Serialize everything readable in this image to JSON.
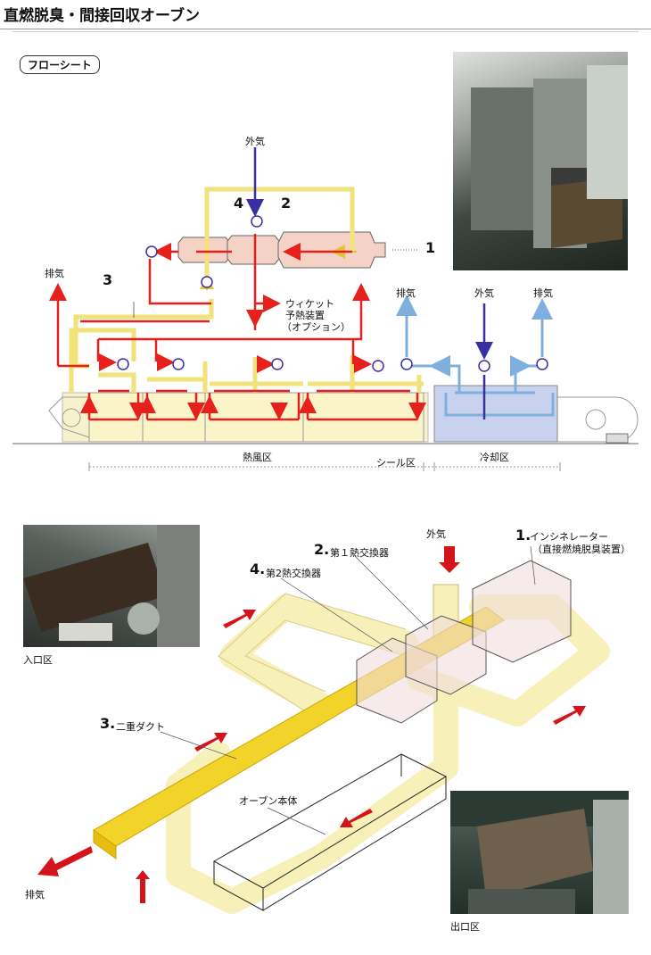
{
  "title": "直燃脱臭・間接回収オーブン",
  "flow_sheet": {
    "badge": "フローシート",
    "outside_air_top": "外気",
    "num1": "1",
    "num2": "2",
    "num3": "3",
    "num4": "4",
    "exhaust_left": "排気",
    "exhaust_cool_left": "排気",
    "outside_air_cool": "外気",
    "exhaust_cool_right": "排気",
    "wicket_1": "ウィケット",
    "wicket_2": "予熱装置",
    "wicket_3": "（オプション）",
    "zone_hot": "熱風区",
    "zone_seal": "シール区",
    "zone_cool": "冷却区"
  },
  "iso": {
    "outside_air": "外気",
    "c1_num": "1.",
    "c1_name": "インシネレーター",
    "c1_sub": "（直接燃焼脱臭装置）",
    "c2_num": "2.",
    "c2_name": "第１熱交換器",
    "c4_num": "4.",
    "c4_name": "第2熱交換器",
    "c3_num": "3.",
    "c3_name": "二重ダクト",
    "oven_body": "オーブン本体",
    "exhaust": "排気",
    "entrance": "入口区",
    "exit": "出口区"
  },
  "colors": {
    "hot_red": "#e8201c",
    "duct_yellow": "#f2e27a",
    "cool_blue": "#7fb0dd",
    "air_purple": "#3a2fa0",
    "hot_zone_fill": "#fbf4c8",
    "cool_zone_fill": "#c8d2ee",
    "incinerator_fill": "#f5d2c6"
  }
}
